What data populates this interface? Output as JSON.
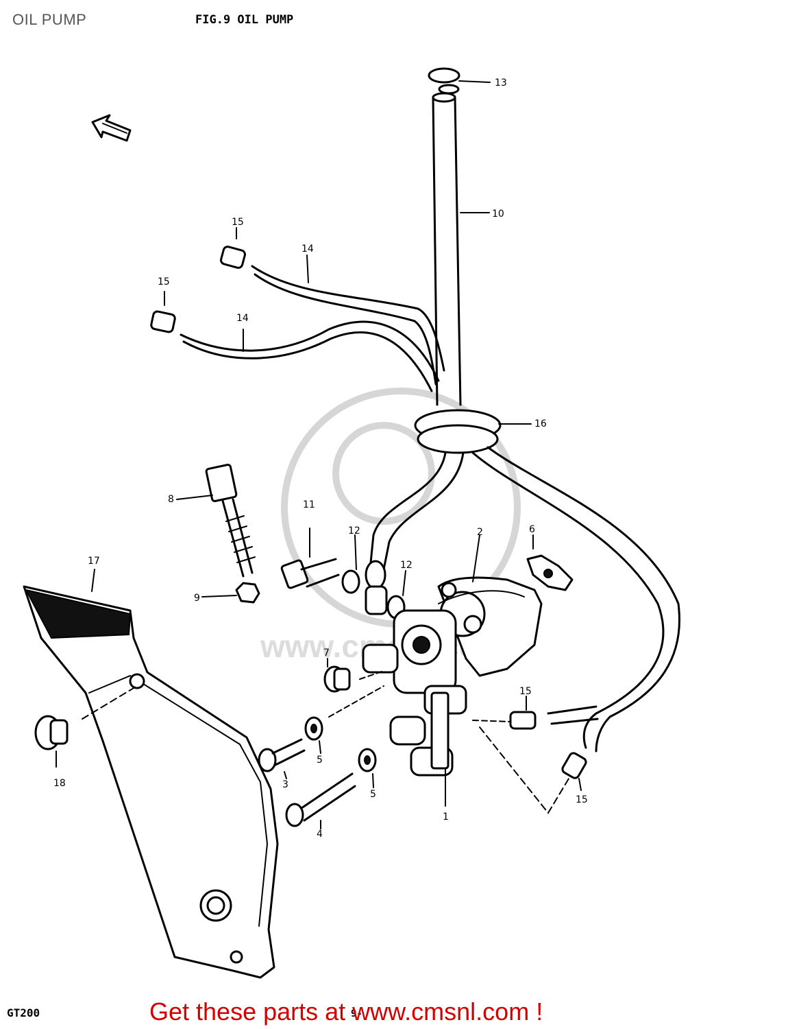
{
  "page": {
    "title": "OIL PUMP",
    "figure_title": "FIG.9  OIL PUMP",
    "model_code": "GT200",
    "page_number": "9-",
    "banner_text": "Get these parts at www.cmsnl.com !",
    "watermark_text": "www.cmsnl.com",
    "banner_color": "#d40000"
  },
  "callouts": [
    {
      "id": "c1",
      "label": "1"
    },
    {
      "id": "c2",
      "label": "2"
    },
    {
      "id": "c3",
      "label": "3"
    },
    {
      "id": "c4",
      "label": "4"
    },
    {
      "id": "c5a",
      "label": "5"
    },
    {
      "id": "c5b",
      "label": "5"
    },
    {
      "id": "c6",
      "label": "6"
    },
    {
      "id": "c7",
      "label": "7"
    },
    {
      "id": "c8",
      "label": "8"
    },
    {
      "id": "c9",
      "label": "9"
    },
    {
      "id": "c10",
      "label": "10"
    },
    {
      "id": "c11",
      "label": "11"
    },
    {
      "id": "c12a",
      "label": "12"
    },
    {
      "id": "c12b",
      "label": "12"
    },
    {
      "id": "c13",
      "label": "13"
    },
    {
      "id": "c14a",
      "label": "14"
    },
    {
      "id": "c14b",
      "label": "14"
    },
    {
      "id": "c15a",
      "label": "15"
    },
    {
      "id": "c15b",
      "label": "15"
    },
    {
      "id": "c15c",
      "label": "15"
    },
    {
      "id": "c15d",
      "label": "15"
    },
    {
      "id": "c16",
      "label": "16"
    },
    {
      "id": "c17",
      "label": "17"
    },
    {
      "id": "c18",
      "label": "18"
    }
  ]
}
